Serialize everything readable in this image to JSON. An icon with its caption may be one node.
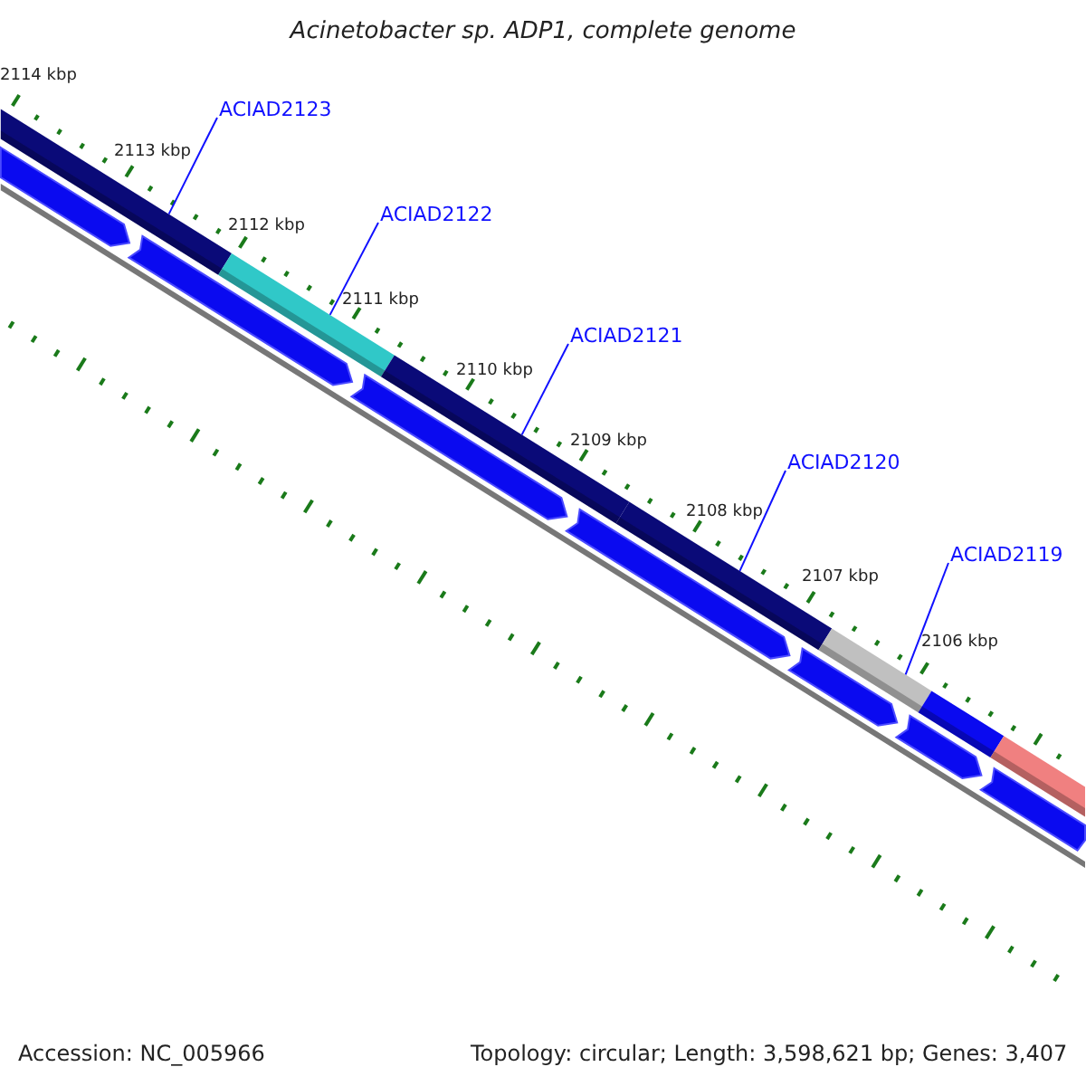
{
  "diagram": {
    "title": "Acinetobacter sp. ADP1, complete genome",
    "nodes": [
      {
        "text": [
          "ACIAD2123"
        ]
      },
      {
        "text": [
          "ACIAD2122"
        ]
      },
      {
        "text": [
          "ACIAD2121"
        ]
      },
      {
        "text": [
          "ACIAD2120"
        ]
      },
      {
        "text": [
          "ACIAD2119"
        ]
      },
      {
        "text": [],
        "shape": "bar"
      },
      {
        "text": [],
        "shape": "bar"
      },
      {
        "text": [],
        "shape": "bar"
      },
      {
        "text": [],
        "shape": "bar"
      },
      {
        "text": [],
        "shape": "bar"
      },
      {
        "text": [],
        "shape": "bar"
      },
      {
        "text": [],
        "shape": "bar"
      },
      {
        "text": [],
        "shape": "bar"
      },
      {
        "text": [],
        "shape": "bar"
      },
      {
        "text": [],
        "shape": "bar"
      },
      {
        "text": [],
        "shape": "bar"
      },
      {
        "text": [],
        "shape": "bar"
      },
      {
        "text": [],
        "shape": "bar"
      },
      {
        "text": [],
        "shape": "bar"
      }
    ],
    "edges": [
      {
        "from": 0,
        "to": 5,
        "arrow": "none"
      },
      {
        "from": 1,
        "to": 6,
        "arrow": "none"
      },
      {
        "from": 2,
        "to": 7,
        "arrow": "none"
      },
      {
        "from": 3,
        "to": 8,
        "arrow": "none"
      },
      {
        "from": 4,
        "to": 9,
        "arrow": "none"
      }
    ],
    "labels": [
      "2114 kbp",
      "2113 kbp",
      "2112 kbp",
      "2111 kbp",
      "2110 kbp",
      "2109 kbp",
      "2108 kbp",
      "2107 kbp",
      "2106 kbp",
      "Accession: NC_005966",
      "Topology: circular; Length: 3,598,621 bp; Genes: 3,407"
    ]
  }
}
